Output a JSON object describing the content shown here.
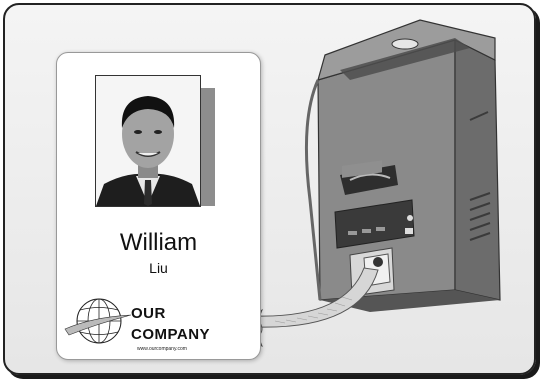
{
  "badge": {
    "first_name": "William",
    "last_name": "Liu",
    "logo": {
      "line1": "OUR",
      "line2": "COMPANY",
      "url": "www.ourcompany.com"
    }
  },
  "icons": [
    "globe-logo-icon",
    "person-photo",
    "id-card-printer",
    "card-output-arrow"
  ],
  "colors": {
    "printer_body": "#8a8a8a",
    "printer_dark": "#5e5e5e",
    "arrow": "#cfcfcf",
    "frame_border": "#222222"
  }
}
